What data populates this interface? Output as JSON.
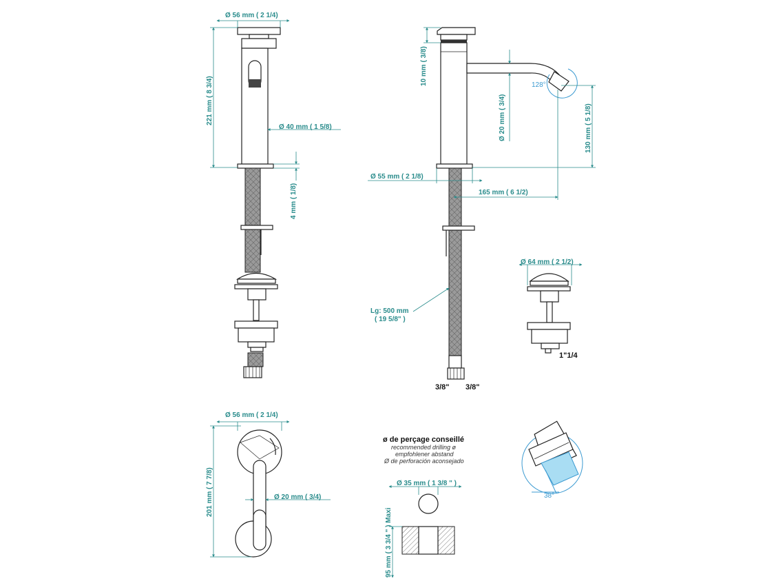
{
  "front_view": {
    "top_diameter": "Ø 56 mm ( 2 1/4)",
    "height": "221 mm ( 8 3/4)",
    "body_diameter": "Ø 40 mm ( 1 5/8)",
    "base_thickness": "4 mm ( 1/8)"
  },
  "side_view": {
    "lever_height": "10 mm ( 3/8)",
    "spout_diameter": "Ø 20 mm ( 3/4)",
    "spout_angle": "128°",
    "spout_height": "130 mm ( 5 1/8)",
    "base_diameter": "Ø 55 mm ( 2 1/8)",
    "reach": "165 mm ( 6 1/2)",
    "hose_length_line1": "Lg: 500 mm",
    "hose_length_line2": "( 19 5/8\" )",
    "connection_left": "3/8\"",
    "connection_right": "3/8\""
  },
  "drain": {
    "diameter": "Ø 64 mm ( 2 1/2)",
    "thread": "1\"1/4"
  },
  "top_view": {
    "top_diameter": "Ø 56 mm ( 2 1/4)",
    "length": "201 mm ( 7 7/8)",
    "spout_diameter": "Ø 20 mm ( 3/4)"
  },
  "drilling": {
    "title": "ø de perçage conseillé",
    "en": "recommended drilling ø",
    "de": "empfohlener abstand",
    "es": "Ø de perforación aconsejado",
    "hole_diameter": "Ø 35 mm ( 1 3/8 \" )",
    "max_thickness": "95 mm ( 3 3/4 \" ) Maxi"
  },
  "aerator": {
    "angle": "38°"
  }
}
